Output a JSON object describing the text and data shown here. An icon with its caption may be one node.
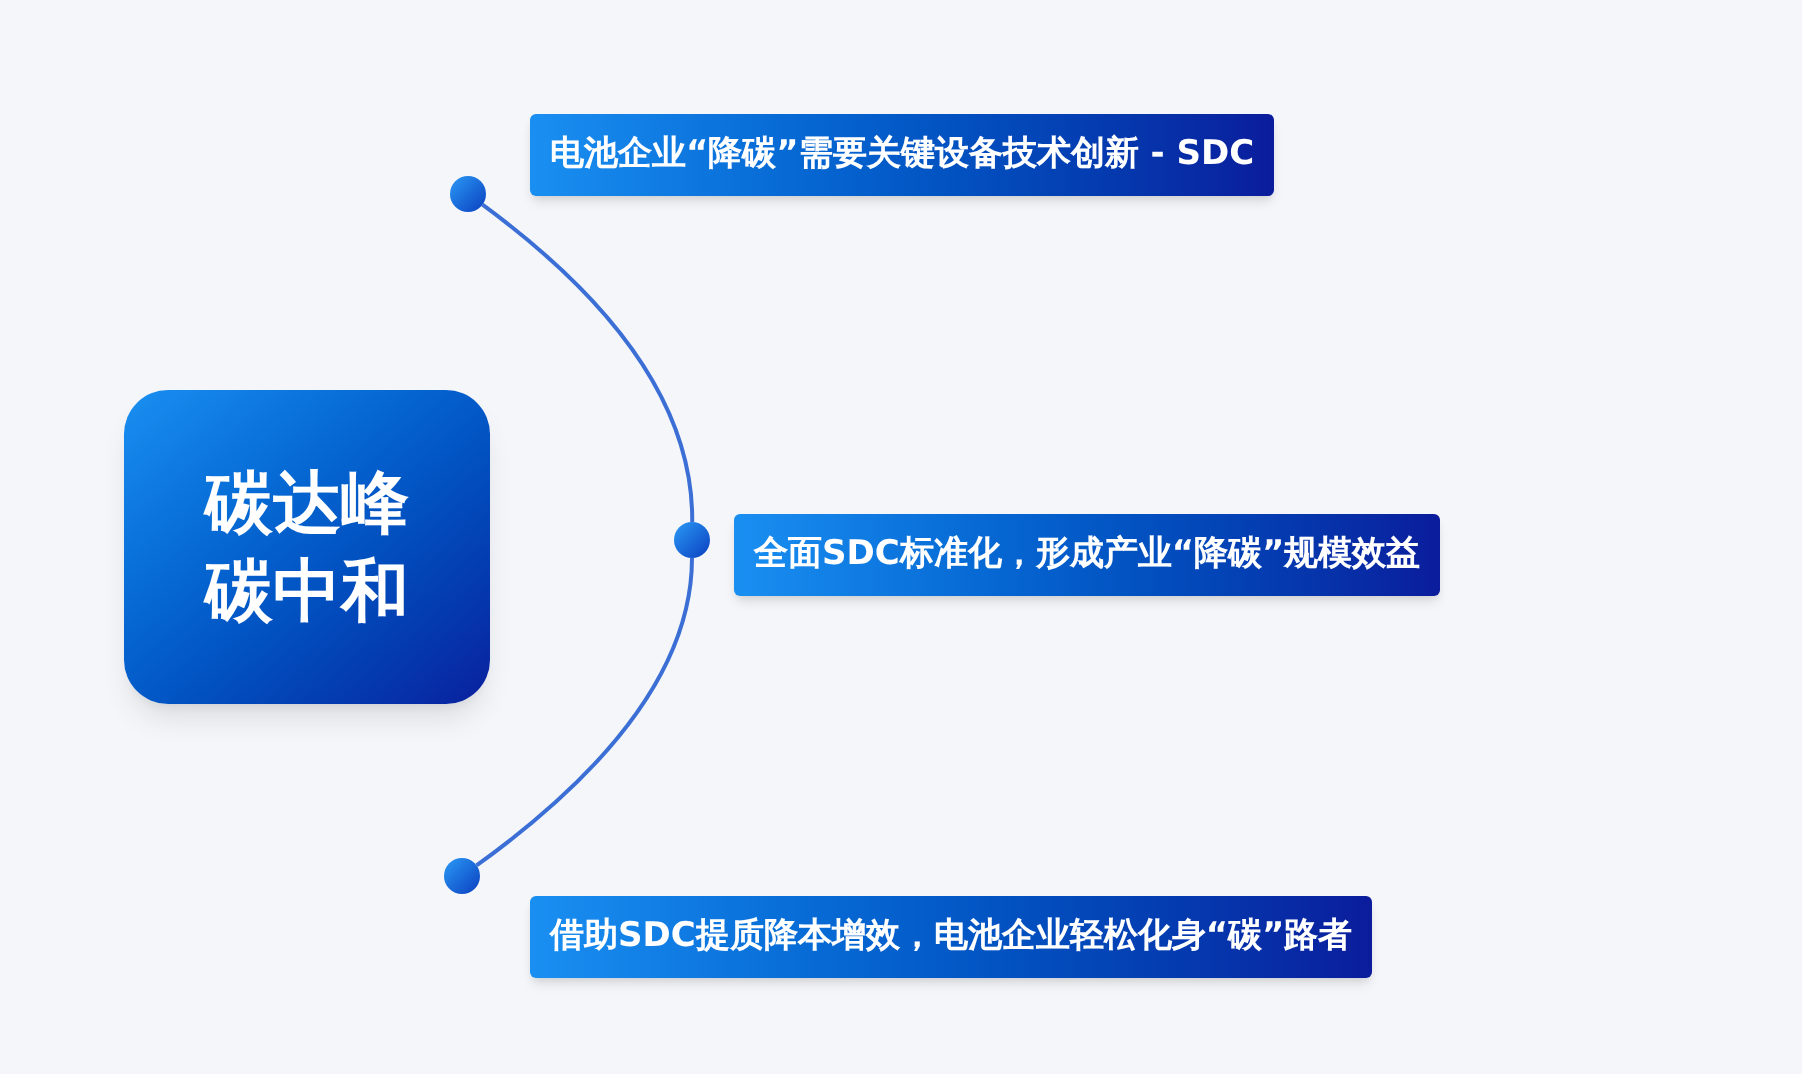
{
  "diagram": {
    "nodes": [
      {
        "text": [
          "碳达峰碳中和"
        ]
      },
      {
        "text": [
          "电池企业“降碳”需要关键设备技术创新 - SDC"
        ]
      },
      {
        "text": [
          "全面SDC标准化，形成产业“降碳”规模效益"
        ]
      },
      {
        "text": [
          "借助SDC提质降本增效，电池企业轻松化身“碳”路者"
        ]
      },
      {
        "text": [],
        "shape": "circle"
      },
      {
        "text": [],
        "shape": "circle"
      },
      {
        "text": [],
        "shape": "circle"
      }
    ],
    "edges": [
      {
        "from": 4,
        "to": 5,
        "arrow": "none"
      },
      {
        "from": 5,
        "to": 6,
        "arrow": "none"
      }
    ]
  }
}
